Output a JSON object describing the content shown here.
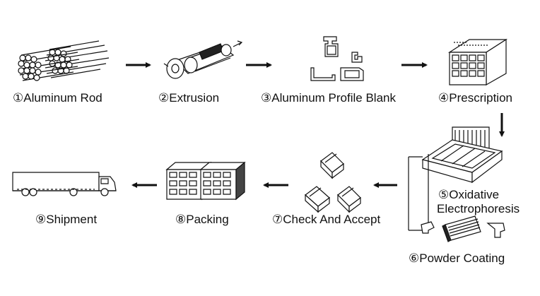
{
  "steps": [
    {
      "label": "①Aluminum Rod"
    },
    {
      "label": "②Extrusion"
    },
    {
      "label": "③Aluminum Profile Blank"
    },
    {
      "label": "④Prescription"
    },
    {
      "label_line1": "⑤Oxidative",
      "label_line2": "Electrophoresis"
    },
    {
      "label": "⑥Powder Coating"
    },
    {
      "label": "⑦Check And Accept"
    },
    {
      "label": "⑧Packing"
    },
    {
      "label": "⑨Shipment"
    }
  ],
  "icons": [
    "aluminum-rod-bundle-icon",
    "extrusion-press-icon",
    "profile-blank-icon",
    "prescription-block-icon",
    "electrophoresis-tank-icon",
    "powder-coating-icon",
    "profile-pieces-icon",
    "packed-crates-icon",
    "truck-icon"
  ],
  "colors": {
    "ink": "#111111",
    "background": "#ffffff"
  }
}
